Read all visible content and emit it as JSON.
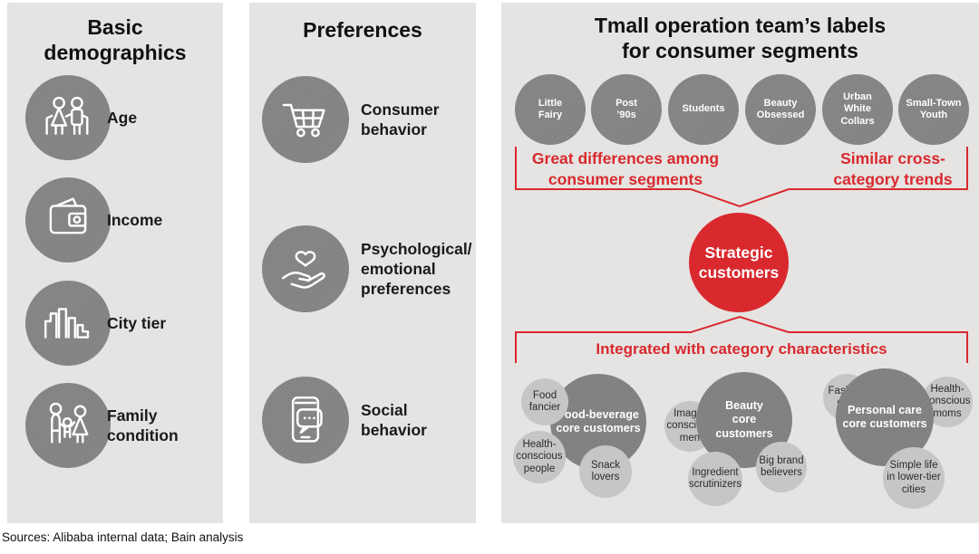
{
  "source_note": "Sources: Alibaba internal data; Bain analysis",
  "colors": {
    "panel_bg": "#e5e4e2",
    "circle_gray": "#828282",
    "core_gray": "#7f7f7f",
    "satellite_gray": "#c6c6c6",
    "accent_red": "#d9292e",
    "text_dark": "#1a1a1a"
  },
  "demographics": {
    "title": "Basic\ndemographics",
    "items": [
      {
        "icon": "elderly-couple-icon",
        "label": "Age"
      },
      {
        "icon": "wallet-icon",
        "label": "Income"
      },
      {
        "icon": "city-skyline-icon",
        "label": "City tier"
      },
      {
        "icon": "family-icon",
        "label": "Family\ncondition"
      }
    ]
  },
  "preferences": {
    "title": "Preferences",
    "items": [
      {
        "icon": "shopping-cart-icon",
        "label": "Consumer\nbehavior"
      },
      {
        "icon": "hand-heart-icon",
        "label": "Psychological/\nemotional\npreferences"
      },
      {
        "icon": "phone-chat-icon",
        "label": "Social\nbehavior"
      }
    ]
  },
  "tmall": {
    "title": "Tmall operation team’s labels\nfor consumer segments",
    "segments": [
      {
        "label": "Little\nFairy"
      },
      {
        "label": "Post\n’90s"
      },
      {
        "label": "Students"
      },
      {
        "label": "Beauty\nObsessed"
      },
      {
        "label": "Urban\nWhite\nCollars"
      },
      {
        "label": "Small-Town\nYouth"
      }
    ],
    "callout_left": "Great differences among\nconsumer segments",
    "callout_right": "Similar cross-\ncategory trends",
    "strategic_label": "Strategic\ncustomers",
    "integration_heading": "Integrated with category characteristics",
    "clusters": [
      {
        "core": "Food-beverage\ncore customers",
        "satellites": [
          "Food\nfancier",
          "Health-\nconscious\npeople",
          "Snack\nlovers"
        ]
      },
      {
        "core": "Beauty\ncore\ncustomers",
        "satellites": [
          "Image-\nconscious\nmen",
          "Ingredient\nscrutinizers",
          "Big brand\nbelievers"
        ]
      },
      {
        "core": "Personal care\ncore customers",
        "satellites": [
          "Fashion\ngirls",
          "Health-\nconscious\nmoms",
          "Simple life\nin lower-tier\ncities"
        ]
      }
    ]
  }
}
